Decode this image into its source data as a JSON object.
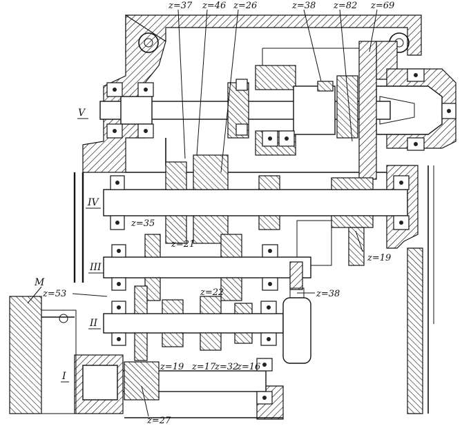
{
  "labels": {
    "top": [
      "z=37",
      "z=46",
      "z=26",
      "z=38",
      "z=82",
      "z=69"
    ],
    "z35": "z=35",
    "z21": "z=21",
    "z19_right": "z=19",
    "z53": "z=53",
    "z22": "z=22",
    "z38_right": "z=38",
    "bottom": [
      "z=19",
      "z=17",
      "z=32",
      "z=16"
    ],
    "z27": "z=27",
    "motor": "M"
  },
  "shafts": [
    "V",
    "IV",
    "III",
    "II",
    "I"
  ],
  "colors": {
    "ink": "#111111",
    "paper": "#ffffff"
  }
}
